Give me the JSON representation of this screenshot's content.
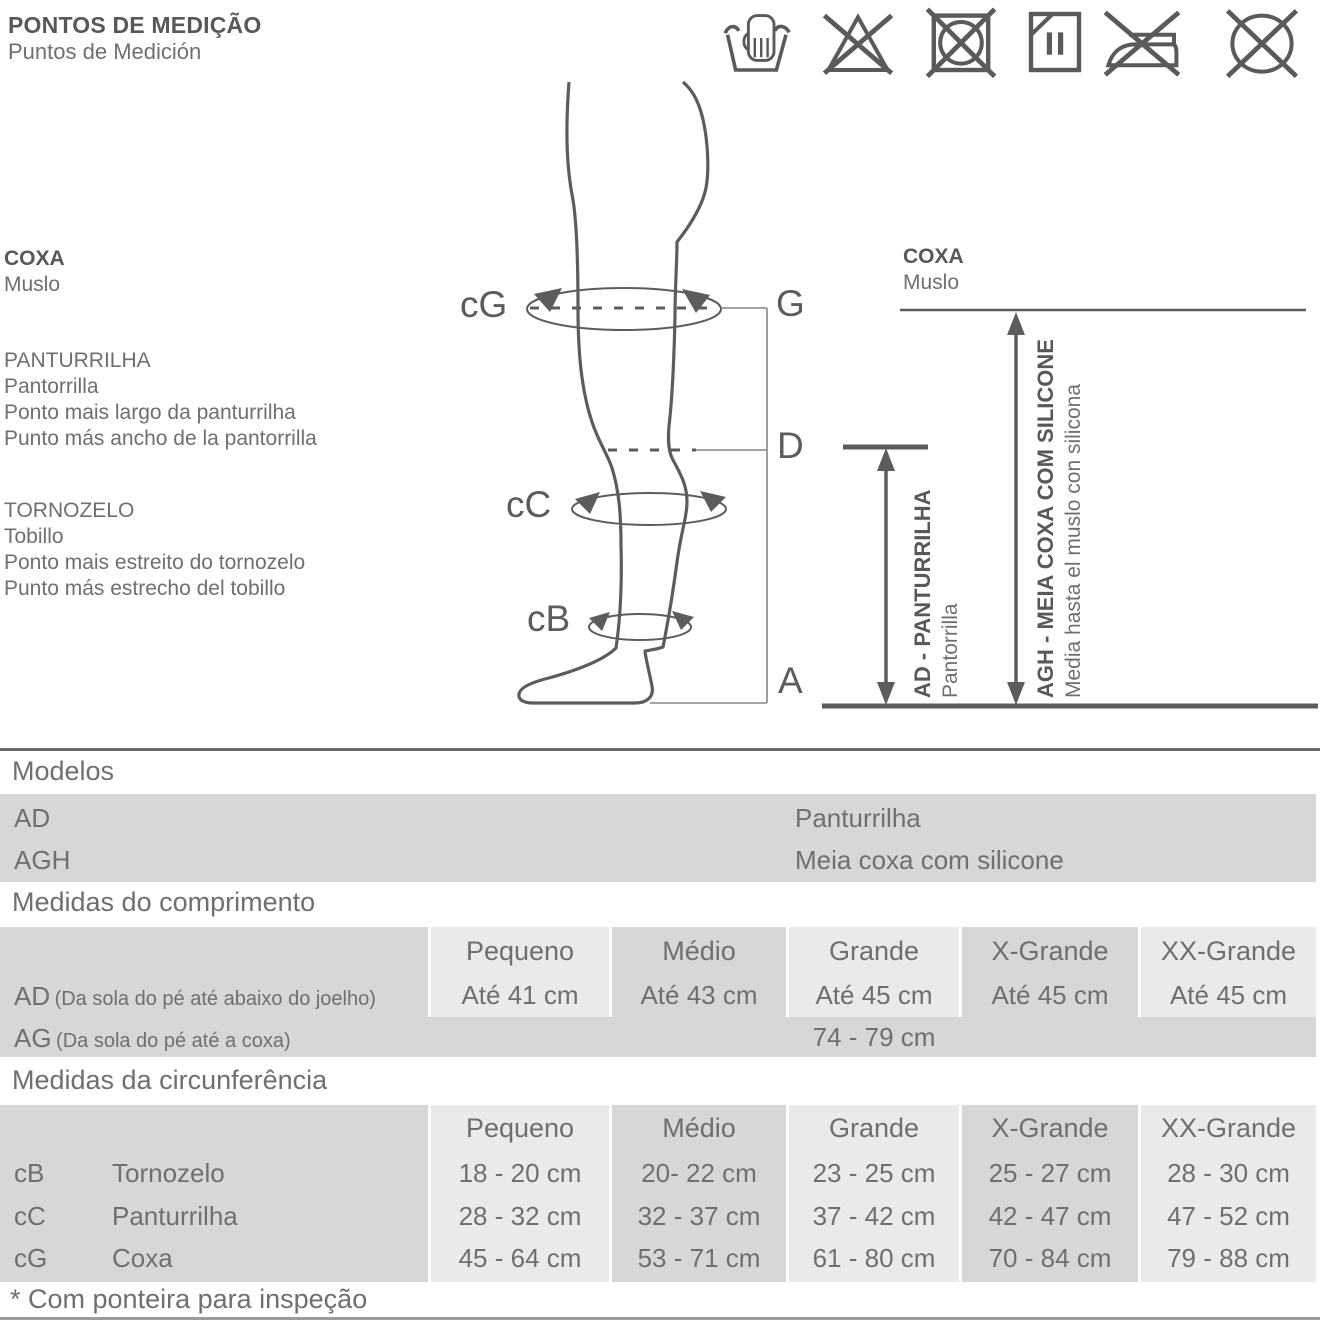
{
  "header": {
    "title_pt": "PONTOS DE MEDIÇÃO",
    "title_es": "Puntos de Medición"
  },
  "care_icons": [
    "hand-wash",
    "do-not-bleach",
    "do-not-tumble-dry",
    "professional-wet-clean",
    "do-not-iron",
    "do-not-dry-clean"
  ],
  "measure_points": {
    "coxa": {
      "pt": "COXA",
      "es": "Muslo"
    },
    "panturrilha": {
      "pt": "PANTURRILHA",
      "es": "Pantorrilla",
      "desc_pt": "Ponto mais largo da panturrilha",
      "desc_es": "Punto más ancho de la pantorrilla"
    },
    "tornozelo": {
      "pt": "TORNOZELO",
      "es": "Tobillo",
      "desc_pt": "Ponto mais estreito do tornozelo",
      "desc_es": "Punto más estrecho del tobillo"
    }
  },
  "diagram": {
    "labels": {
      "cG": "cG",
      "G": "G",
      "D": "D",
      "cC": "cC",
      "cB": "cB",
      "A": "A"
    },
    "right": {
      "coxa_pt": "COXA",
      "coxa_es": "Muslo",
      "ad_label": "AD - PANTURRILHA",
      "ad_label_es": "Pantorrilla",
      "agh_label": "AGH - MEIA COXA COM SILICONE",
      "agh_label_es": "Media hasta el muslo con silicona"
    }
  },
  "tables": {
    "modelos": {
      "title": "Modelos",
      "rows": [
        {
          "code": "AD",
          "name": "Panturrilha"
        },
        {
          "code": "AGH",
          "name": "Meia coxa com silicone"
        }
      ]
    },
    "comprimento": {
      "title": "Medidas do comprimento",
      "sizes": [
        "Pequeno",
        "Médio",
        "Grande",
        "X-Grande",
        "XX-Grande"
      ],
      "rows": [
        {
          "code": "AD",
          "note": "(Da sola do pé até abaixo do joelho)",
          "values": [
            "Até 41 cm",
            "Até 43 cm",
            "Até 45 cm",
            "Até 45 cm",
            "Até 45 cm"
          ]
        },
        {
          "code": "AG",
          "note": "(Da sola do pé até a coxa)",
          "span_value": "74 - 79 cm"
        }
      ]
    },
    "circunferencia": {
      "title": "Medidas da circunferência",
      "sizes": [
        "Pequeno",
        "Médio",
        "Grande",
        "X-Grande",
        "XX-Grande"
      ],
      "rows": [
        {
          "code": "cB",
          "label": "Tornozelo",
          "values": [
            "18 - 20 cm",
            "20- 22 cm",
            "23 - 25 cm",
            "25 - 27 cm",
            "28 - 30 cm"
          ]
        },
        {
          "code": "cC",
          "label": "Panturrilha",
          "values": [
            "28 - 32 cm",
            "32 - 37 cm",
            "37 - 42 cm",
            "42 - 47 cm",
            "47 - 52 cm"
          ]
        },
        {
          "code": "cG",
          "label": "Coxa",
          "values": [
            "45 - 64 cm",
            "53 - 71 cm",
            "61 - 80 cm",
            "70 - 84 cm",
            "79 - 88 cm"
          ]
        }
      ]
    }
  },
  "footer": {
    "note": "* Com ponteira para inspeção"
  },
  "colors": {
    "stroke": "#58595b",
    "text": "#6e6f71",
    "band_dark": "#d7d7d7",
    "band_light": "#eaeaea"
  }
}
